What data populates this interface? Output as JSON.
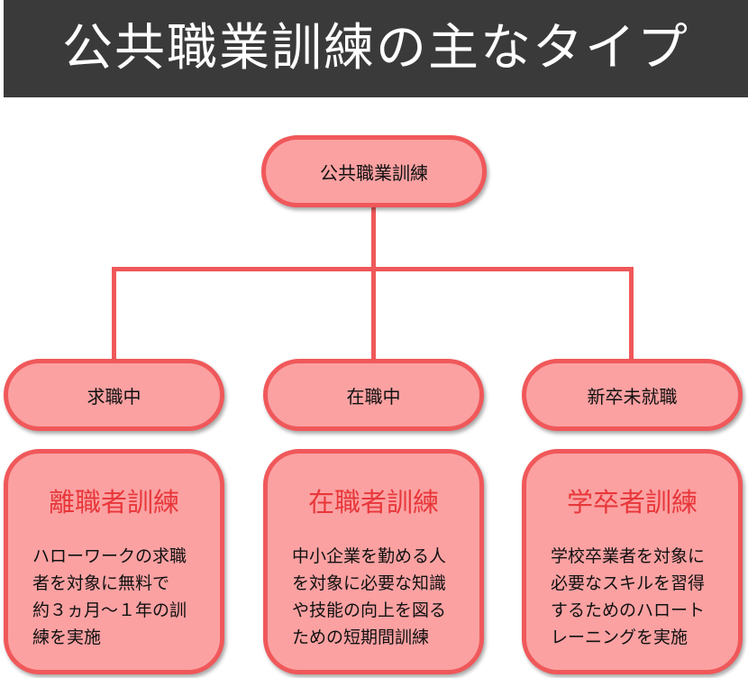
{
  "title": "公共職業訓練の主なタイプ",
  "root": {
    "label": "公共職業訓練"
  },
  "categories": [
    {
      "label": "求職中",
      "card": {
        "heading": "離職者訓練",
        "lines": [
          "ハローワークの求職",
          "者を対象に無料で",
          "約３ヵ月～１年の訓",
          "練を実施"
        ]
      }
    },
    {
      "label": "在職中",
      "card": {
        "heading": "在職者訓練",
        "lines": [
          "中小企業を勤める人",
          "を対象に必要な知識",
          "や技能の向上を図る",
          "ための短期間訓練"
        ]
      }
    },
    {
      "label": "新卒未就職",
      "card": {
        "heading": "学卒者訓練",
        "lines": [
          "学校卒業者を対象に",
          "必要なスキルを習得",
          "するためのハロート",
          "レーニングを実施"
        ]
      }
    }
  ],
  "colors": {
    "title_bar": "#3a3a3a",
    "title_text": "#ffffff",
    "node_fill": "#fba1a2",
    "node_border": "#f0585a",
    "connector": "#f0585a",
    "card_heading": "#e8373a"
  }
}
